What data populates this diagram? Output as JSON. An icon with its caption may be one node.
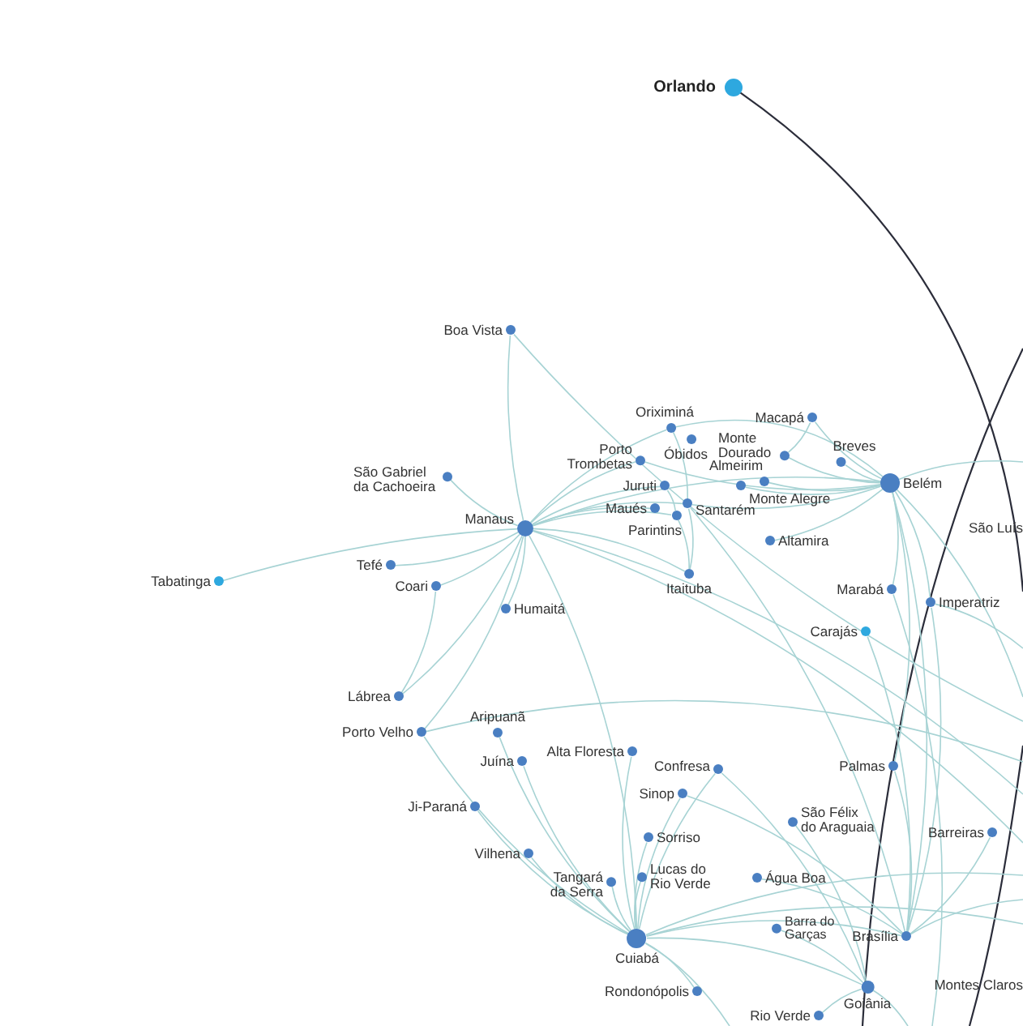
{
  "diagram": {
    "nodes": [
      {
        "text": [
          "Orlando"
        ]
      },
      {
        "text": [
          "Boa Vista"
        ]
      },
      {
        "text": [
          "Macapá"
        ]
      },
      {
        "text": [
          "Oriximiná"
        ]
      },
      {
        "text": [
          "Óbidos"
        ]
      },
      {
        "text": [
          "Monte Dourado"
        ]
      },
      {
        "text": [
          "Porto Trombetas"
        ]
      },
      {
        "text": [
          "Breves"
        ]
      },
      {
        "text": [
          "São Gabriel da Cachoeira"
        ]
      },
      {
        "text": [
          "Belém"
        ]
      },
      {
        "text": [
          "Almeirim"
        ]
      },
      {
        "text": [
          "Juruti"
        ]
      },
      {
        "text": [
          "Monte Alegre"
        ]
      },
      {
        "text": [
          "Santarém"
        ]
      },
      {
        "text": [
          "Maués"
        ]
      },
      {
        "text": [
          "Parintins"
        ]
      },
      {
        "text": [
          "Manaus"
        ]
      },
      {
        "text": [
          "São Luís"
        ]
      },
      {
        "text": [
          "Altamira"
        ]
      },
      {
        "text": [
          "Tefé"
        ]
      },
      {
        "text": [
          "Itaituba"
        ]
      },
      {
        "text": [
          "Tabatinga"
        ]
      },
      {
        "text": [
          "Coari"
        ]
      },
      {
        "text": [
          "Marabá"
        ]
      },
      {
        "text": [
          "Imperatriz"
        ]
      },
      {
        "text": [
          "Humaitá"
        ]
      },
      {
        "text": [
          "Carajás"
        ]
      },
      {
        "text": [
          "Lábrea"
        ]
      },
      {
        "text": [
          "Porto Velho"
        ]
      },
      {
        "text": [
          "Aripuanã"
        ]
      },
      {
        "text": [
          "Alta Floresta"
        ]
      },
      {
        "text": [
          "Juína"
        ]
      },
      {
        "text": [
          "Palmas"
        ]
      },
      {
        "text": [
          "Confresa"
        ]
      },
      {
        "text": [
          "Sinop"
        ]
      },
      {
        "text": [
          "Ji-Paraná"
        ]
      },
      {
        "text": [
          "São Félix do Araguaia"
        ]
      },
      {
        "text": [
          "Barreiras"
        ]
      },
      {
        "text": [
          "Sorriso"
        ]
      },
      {
        "text": [
          "Vilhena"
        ]
      },
      {
        "text": [
          "Lucas do Rio Verde"
        ]
      },
      {
        "text": [
          "Água Boa"
        ]
      },
      {
        "text": [
          "Tangará da Serra"
        ]
      },
      {
        "text": [
          "Barra do Garças"
        ]
      },
      {
        "text": [
          "Brasília"
        ]
      },
      {
        "text": [
          "Cuiabá"
        ]
      },
      {
        "text": [
          "Montes Claros"
        ]
      },
      {
        "text": [
          "Goiânia"
        ]
      },
      {
        "text": [
          "Rondonópolis"
        ]
      },
      {
        "text": [
          "Rio Verde"
        ]
      }
    ],
    "edges": [
      {
        "from": 0,
        "to": null,
        "arrow": "none",
        "color": "#2b2d3a"
      },
      {
        "from": 16,
        "to": 1,
        "arrow": "none"
      },
      {
        "from": 16,
        "to": 8,
        "arrow": "none"
      },
      {
        "from": 16,
        "to": 21,
        "arrow": "none"
      },
      {
        "from": 16,
        "to": 19,
        "arrow": "none"
      },
      {
        "from": 16,
        "to": 22,
        "arrow": "none"
      },
      {
        "from": 16,
        "to": 25,
        "arrow": "none"
      },
      {
        "from": 16,
        "to": 27,
        "arrow": "none"
      },
      {
        "from": 16,
        "to": 28,
        "arrow": "none"
      },
      {
        "from": 16,
        "to": 6,
        "arrow": "none"
      },
      {
        "from": 16,
        "to": 3,
        "arrow": "none"
      },
      {
        "from": 16,
        "to": 11,
        "arrow": "none"
      },
      {
        "from": 16,
        "to": 14,
        "arrow": "none"
      },
      {
        "from": 16,
        "to": 15,
        "arrow": "none"
      },
      {
        "from": 16,
        "to": 13,
        "arrow": "none"
      },
      {
        "from": 16,
        "to": 20,
        "arrow": "none"
      },
      {
        "from": 16,
        "to": 9,
        "arrow": "none"
      },
      {
        "from": 16,
        "to": 45,
        "arrow": "none"
      },
      {
        "from": 16,
        "to": null,
        "arrow": "none"
      },
      {
        "from": 16,
        "to": null,
        "arrow": "none"
      },
      {
        "from": 22,
        "to": 27,
        "arrow": "none"
      },
      {
        "from": 1,
        "to": null,
        "arrow": "none"
      },
      {
        "from": 9,
        "to": 2,
        "arrow": "none"
      },
      {
        "from": 9,
        "to": 7,
        "arrow": "none"
      },
      {
        "from": 9,
        "to": 5,
        "arrow": "none"
      },
      {
        "from": 9,
        "to": 10,
        "arrow": "none"
      },
      {
        "from": 9,
        "to": 12,
        "arrow": "none"
      },
      {
        "from": 9,
        "to": 13,
        "arrow": "none"
      },
      {
        "from": 9,
        "to": 18,
        "arrow": "none"
      },
      {
        "from": 9,
        "to": 23,
        "arrow": "none"
      },
      {
        "from": 9,
        "to": 24,
        "arrow": "none"
      },
      {
        "from": 9,
        "to": 3,
        "arrow": "none"
      },
      {
        "from": 9,
        "to": 6,
        "arrow": "none"
      },
      {
        "from": 9,
        "to": 32,
        "arrow": "none"
      },
      {
        "from": 9,
        "to": 44,
        "arrow": "none"
      },
      {
        "from": 9,
        "to": null,
        "arrow": "none"
      },
      {
        "from": 9,
        "to": null,
        "arrow": "none"
      },
      {
        "from": 2,
        "to": 5,
        "arrow": "none"
      },
      {
        "from": 13,
        "to": 20,
        "arrow": "none"
      },
      {
        "from": 3,
        "to": 13,
        "arrow": "none"
      },
      {
        "from": 11,
        "to": 15,
        "arrow": "none"
      },
      {
        "from": 15,
        "to": 20,
        "arrow": "none"
      },
      {
        "from": 13,
        "to": 44,
        "arrow": "none"
      },
      {
        "from": 26,
        "to": 44,
        "arrow": "none"
      },
      {
        "from": 23,
        "to": null,
        "arrow": "none"
      },
      {
        "from": 24,
        "to": null,
        "arrow": "none"
      },
      {
        "from": 24,
        "to": 44,
        "arrow": "none"
      },
      {
        "from": 45,
        "to": 28,
        "arrow": "none"
      },
      {
        "from": 45,
        "to": 29,
        "arrow": "none"
      },
      {
        "from": 45,
        "to": 31,
        "arrow": "none"
      },
      {
        "from": 45,
        "to": 30,
        "arrow": "none"
      },
      {
        "from": 45,
        "to": 35,
        "arrow": "none"
      },
      {
        "from": 45,
        "to": 39,
        "arrow": "none"
      },
      {
        "from": 45,
        "to": 42,
        "arrow": "none"
      },
      {
        "from": 45,
        "to": 34,
        "arrow": "none"
      },
      {
        "from": 45,
        "to": 38,
        "arrow": "none"
      },
      {
        "from": 45,
        "to": 40,
        "arrow": "none"
      },
      {
        "from": 45,
        "to": 33,
        "arrow": "none"
      },
      {
        "from": 45,
        "to": 48,
        "arrow": "none"
      },
      {
        "from": 45,
        "to": 44,
        "arrow": "none"
      },
      {
        "from": 45,
        "to": 47,
        "arrow": "none"
      },
      {
        "from": 45,
        "to": null,
        "arrow": "none"
      },
      {
        "from": 45,
        "to": null,
        "arrow": "none"
      },
      {
        "from": 45,
        "to": null,
        "arrow": "none"
      },
      {
        "from": 28,
        "to": null,
        "arrow": "none"
      },
      {
        "from": 34,
        "to": 44,
        "arrow": "none"
      },
      {
        "from": 36,
        "to": 47,
        "arrow": "none"
      },
      {
        "from": 33,
        "to": 47,
        "arrow": "none"
      },
      {
        "from": 41,
        "to": 44,
        "arrow": "none"
      },
      {
        "from": 43,
        "to": 47,
        "arrow": "none"
      },
      {
        "from": 32,
        "to": 44,
        "arrow": "none"
      },
      {
        "from": 37,
        "to": 44,
        "arrow": "none"
      },
      {
        "from": 49,
        "to": 47,
        "arrow": "none"
      },
      {
        "from": 44,
        "to": null,
        "arrow": "none"
      },
      {
        "from": 47,
        "to": null,
        "arrow": "none"
      }
    ]
  }
}
